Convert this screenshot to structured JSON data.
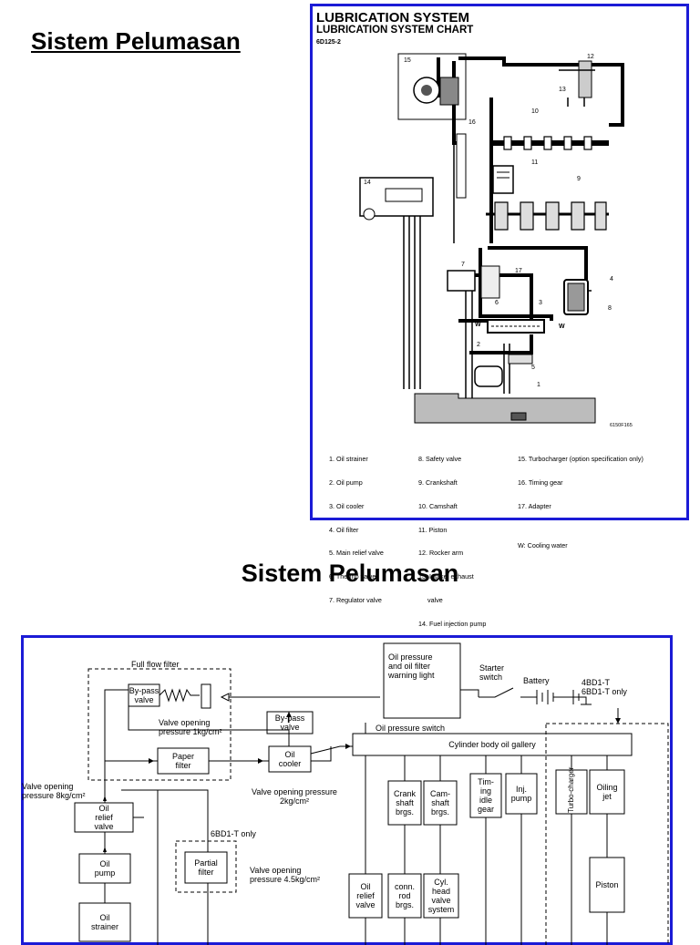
{
  "page": {
    "title_top": "Sistem Pelumasan",
    "title_mid": "Sistem Pelumasan"
  },
  "chart1": {
    "heading": "LUBRICATION SYSTEM",
    "subheading": "LUBRICATION SYSTEM CHART",
    "code": "6D125-2",
    "figure_code": "6150F165",
    "callouts": [
      "15",
      "12",
      "13",
      "16",
      "10",
      "11",
      "9",
      "14",
      "7",
      "17",
      "4",
      "8",
      "6",
      "3",
      "W",
      "W",
      "2",
      "5",
      "1"
    ],
    "legend_col1": [
      "1. Oil strainer",
      "2. Oil pump",
      "3. Oil cooler",
      "4. Oil filter",
      "5. Main relief valve",
      "6. Thermo valve",
      "7. Regulator valve"
    ],
    "legend_col2": [
      "8. Safety valve",
      "9. Crankshaft",
      "10. Camshaft",
      "11. Piston",
      "12. Rocker arm",
      "13. Intake, exhaust",
      "    valve",
      "14. Fuel injection pump"
    ],
    "legend_col3": [
      "15. Turbocharger (option specification only)",
      "16. Timing gear",
      "17. Adapter",
      "",
      "W: Cooling water"
    ]
  },
  "chart2": {
    "full_flow_filter": "Full flow filter",
    "bypass_valve_1": [
      "By-pass",
      "valve"
    ],
    "valve_opening_1": [
      "Valve opening",
      "pressure 1kg/cm²"
    ],
    "bypass_valve_2": [
      "By-pass",
      "valve"
    ],
    "paper_filter": [
      "Paper",
      "filter"
    ],
    "oil_cooler": [
      "Oil",
      "cooler"
    ],
    "valve_opening_8": [
      "Valve opening",
      "pressure 8kg/cm²"
    ],
    "valve_opening_2": [
      "Valve opening pressure",
      "2kg/cm²"
    ],
    "oil_pressure_warning": [
      "Oil pressure",
      "and  oil filter",
      "warning light"
    ],
    "starter_switch": [
      "Starter",
      "switch"
    ],
    "battery": "Battery",
    "engine_only": [
      "4BD1-T",
      "6BD1-T only"
    ],
    "oil_pressure_switch": "Oil pressure switch",
    "gallery": "Cylinder body oil gallery",
    "crank": [
      "Crank",
      "shaft",
      "brgs."
    ],
    "cam": [
      "Cam-",
      "shaft",
      "brgs."
    ],
    "timing": [
      "Tim-",
      "ing",
      "idle",
      "gear"
    ],
    "inj": [
      "Inj.",
      "pump"
    ],
    "turbo": "Turbo-charger",
    "oiling_jet": [
      "Oiling",
      "jet"
    ],
    "oil_relief_valve": [
      "Oil",
      "relief",
      "valve"
    ],
    "oil_pump": [
      "Oil",
      "pump"
    ],
    "oil_strainer": [
      "Oil",
      "strainer"
    ],
    "six_only": "6BD1-T only",
    "partial_filter": [
      "Partial",
      "filter"
    ],
    "valve_opening_45": [
      "Valve opening",
      "pressure 4.5kg/cm²"
    ],
    "oil_relief_valve_2": [
      "Oil",
      "relief",
      "valve"
    ],
    "conn_rod": [
      "conn.",
      "rod",
      "brgs."
    ],
    "cyl_head": [
      "Cyl.",
      "head",
      "valve",
      "system"
    ],
    "piston": "Piston"
  }
}
